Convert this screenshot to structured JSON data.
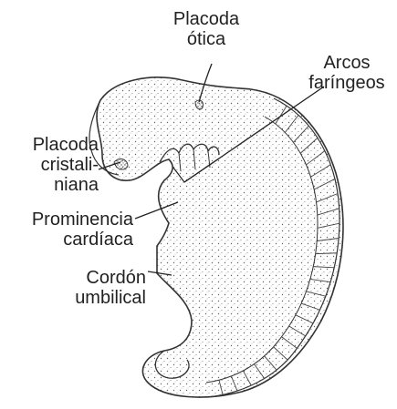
{
  "labels": {
    "otic_placode": {
      "line1": "Placoda",
      "line2": "ótica"
    },
    "pharyngeal_arches": {
      "line1": "Arcos",
      "line2": "faríngeos"
    },
    "lens_placode": {
      "line1": "Placoda",
      "line2": "cristali-",
      "line3": "niana"
    },
    "cardiac_prominence": {
      "line1": "Prominencia",
      "line2": "cardíaca"
    },
    "umbilical_cord": {
      "line1": "Cordón",
      "line2": "umbilical"
    }
  },
  "colors": {
    "ink": "#222222",
    "stipple": "#555555",
    "background": "#ffffff"
  }
}
